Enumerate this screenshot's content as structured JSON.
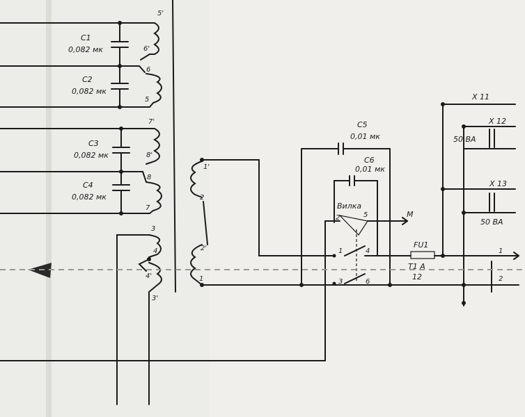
{
  "capacitors": {
    "c1": {
      "name": "C1",
      "value": "0,082 мк"
    },
    "c2": {
      "name": "C2",
      "value": "0,082 мк"
    },
    "c3": {
      "name": "C3",
      "value": "0,082 мк"
    },
    "c4": {
      "name": "C4",
      "value": "0,082 мк"
    },
    "c5": {
      "name": "C5",
      "value": "0,01 мк"
    },
    "c6": {
      "name": "C6",
      "value": "0,01 мк"
    },
    "c12": {
      "value": "50 ВА"
    },
    "c13": {
      "value": "50 ВА"
    }
  },
  "connectors": {
    "x11": "X 11",
    "x12": "X 12",
    "x13": "X 13"
  },
  "fuse": {
    "name": "FU1",
    "value": "Т1 А",
    "rating": "12"
  },
  "switch": {
    "name": "Вилка",
    "output": "M"
  },
  "pins": {
    "p5a": "5'",
    "p6a": "6'",
    "p6": "6",
    "p5": "5",
    "p7a": "7'",
    "p8a": "8'",
    "p8": "8",
    "p7": "7",
    "p3": "3",
    "p4": "4",
    "p4a": "4'",
    "p3a": "3'",
    "t1a": "1'",
    "t2": "2",
    "t2a": "2'",
    "t1": "1",
    "s1": "1",
    "s2": "2",
    "s3": "3",
    "s4": "4",
    "s5": "5",
    "s6": "6",
    "out1": "1",
    "out2": "2"
  }
}
